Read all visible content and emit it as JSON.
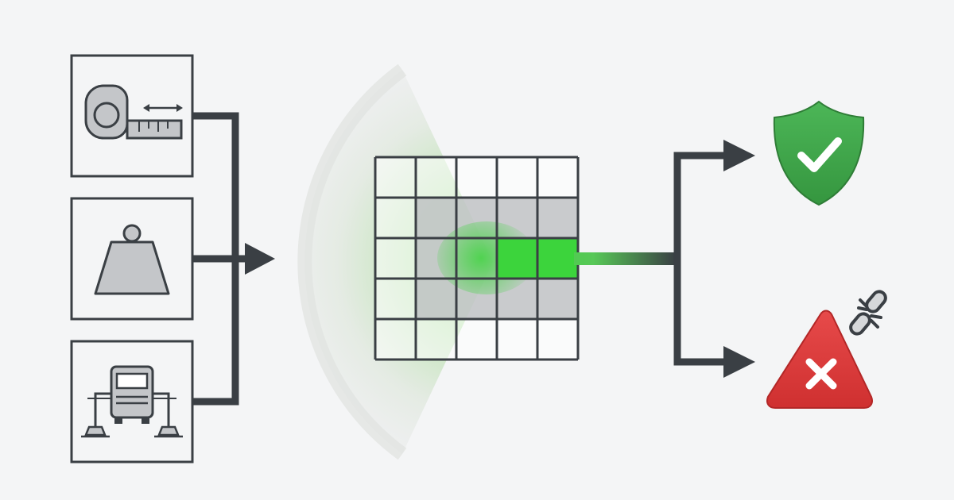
{
  "diagram": {
    "inputs": [
      {
        "icon": "tape-measure-icon"
      },
      {
        "icon": "weight-icon"
      },
      {
        "icon": "truck-outrigger-icon"
      }
    ],
    "grid": {
      "rows": 5,
      "cols": 5,
      "shaded_cells": [
        [
          1,
          1
        ],
        [
          1,
          2
        ],
        [
          1,
          3
        ],
        [
          1,
          4
        ],
        [
          2,
          1
        ],
        [
          2,
          2
        ],
        [
          3,
          1
        ],
        [
          3,
          2
        ],
        [
          3,
          3
        ],
        [
          3,
          4
        ]
      ],
      "highlighted_cells": [
        [
          2,
          3
        ],
        [
          2,
          4
        ]
      ]
    },
    "outputs": [
      {
        "icon": "shield-check-icon",
        "color": "#3fa34d"
      },
      {
        "icon": "warning-x-icon",
        "color": "#d83a3a"
      },
      {
        "icon": "broken-chain-icon"
      }
    ],
    "colors": {
      "stroke": "#3a3f44",
      "icon_fill": "#c4c6c9",
      "highlight": "#3cd43c",
      "success": "#3fa34d",
      "danger": "#d83a3a",
      "background": "#f4f5f6"
    }
  }
}
